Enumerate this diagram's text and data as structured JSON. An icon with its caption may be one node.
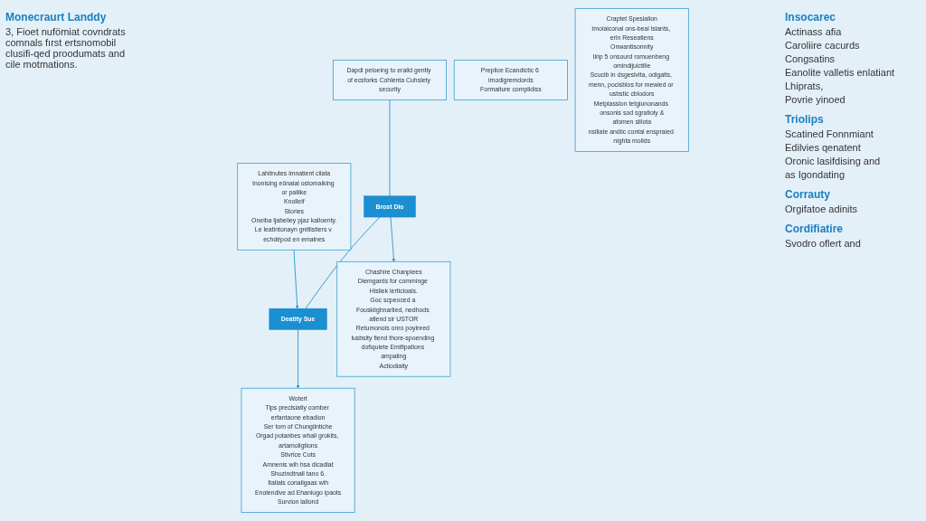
{
  "diagram": {
    "nodes": [
      {
        "text": [
          "Dapdi peloeing to eralid gently of ecsforks Cohlenta Cuhslety security"
        ]
      },
      {
        "text": [
          "Brost Dio"
        ]
      },
      {
        "text": [
          "Lahitnutes imnatient cilata",
          "Inonising eönalal ostomaiking or paliike",
          "Knolleif",
          "Stories",
          "Oneiba ljabeliey pjaz kalloenty.",
          "Le leatintonayn gnitlistiers v echdépod en emalnes"
        ]
      },
      {
        "text": [
          "Deatity Sue"
        ]
      },
      {
        "text": [
          "Chashire Chanpiees",
          "Diemgards for comminge Hisliek lerticioals.",
          "Goc scpeoced a Fouskiighnarlied, nedhods atlend sir USTOR",
          "Retumonols onro poyinred lusbsity fiend thore-spoending dofiquiete Emifipations ampaling",
          "Actiodiaity"
        ]
      },
      {
        "text": [
          "Preplice Ecandictic 6 imodigremdords",
          "Formaiture complidiss"
        ]
      },
      {
        "text": [
          "Wotert",
          "Tips precisiatly comber erfantaone ebadion",
          "Ser tom of Chungiintiche",
          "Orgad potanbes whall grokits, artamoligtions",
          "Stivrice Cots",
          "Amnenis wih hsa dicadlat",
          "Shuzindtnall tano 6.",
          "Italials conaligaas wih",
          "Enolendive ad Ehaniugo ipaots",
          "Survion lallond"
        ]
      },
      {
        "text": [
          "Craptet Spesialion",
          "Imolaiconal ons-beal islants, erin Reseatiens",
          "Onwantisonnity",
          "Iirip 5 onsourd romuenbeng omindijuictilie",
          "Scucib in dsgeslvita, odigalts, menn, pocisblos for mewled or usbstic cblodors",
          "Metplasslon tetgiunonands onsonis sod sgratioly &",
          "afomen slilota",
          "nsiliate andiic contal enspraied nighta mollds"
        ]
      }
    ],
    "edges": [
      {
        "from": 0,
        "to": 1,
        "arrow": "none"
      },
      {
        "from": 1,
        "to": 4,
        "arrow": "to"
      },
      {
        "from": 2,
        "to": 3,
        "arrow": "to"
      },
      {
        "from": 3,
        "to": 6,
        "arrow": "to"
      },
      {
        "from": 1,
        "to": 3,
        "arrow": "none"
      }
    ],
    "labels": [
      "Monecraurt Landdy",
      "3, Fioet nufömiat covndrats comnals fırst ertsnomobil clusifi-qed proodumats and cile motmations.",
      "Insocarec",
      "Actinass afia",
      "Caroliire cacurds",
      "Congsatins",
      "Eanolite valletis enlatiant",
      "Lhiprats,",
      "Povrie yinoed",
      "Triolips",
      "Scatined Fonnmiant",
      "Edilvies qenatent",
      "Oronic lasifdising and",
      "as Igondating",
      "Corrauty",
      "Orgifatoe adinits",
      "Cordifiatire",
      "Svodro oflert and"
    ]
  }
}
